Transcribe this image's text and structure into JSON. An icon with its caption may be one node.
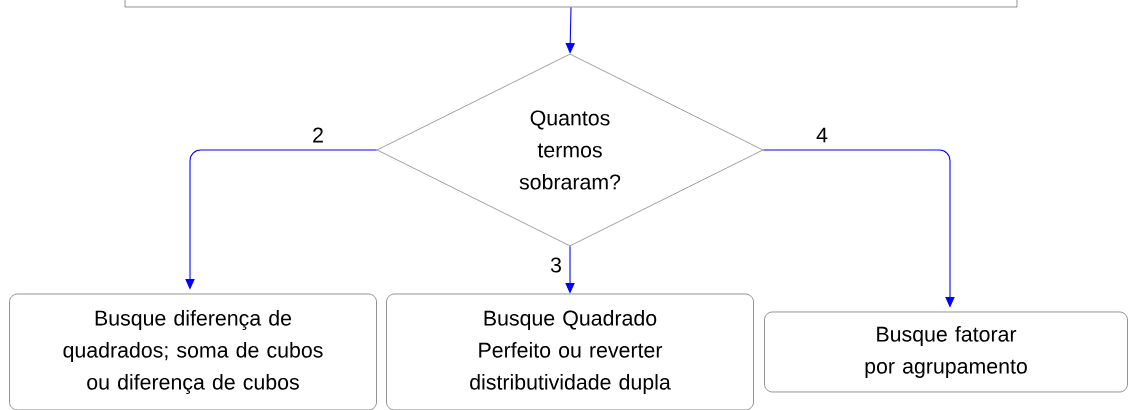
{
  "diagram": {
    "nodes": [
      {
        "text": [],
        "shape": "box"
      },
      {
        "text": [
          "Quantos termos sobraram?"
        ]
      },
      {
        "text": [
          "Busque diferença de quadrados; soma de cubos ou diferença de cubos"
        ]
      },
      {
        "text": [
          "Busque Quadrado Perfeito ou reverter distributividade dupla"
        ]
      },
      {
        "text": [
          "Busque fatorar por agrupamento"
        ]
      }
    ],
    "edges": [
      {
        "from": 0,
        "to": 1,
        "arrow": "to"
      },
      {
        "from": 1,
        "to": 2,
        "arrow": "to",
        "label": "2"
      },
      {
        "from": 1,
        "to": 3,
        "arrow": "to",
        "label": "3"
      },
      {
        "from": 1,
        "to": 4,
        "arrow": "to",
        "label": "4"
      }
    ]
  }
}
